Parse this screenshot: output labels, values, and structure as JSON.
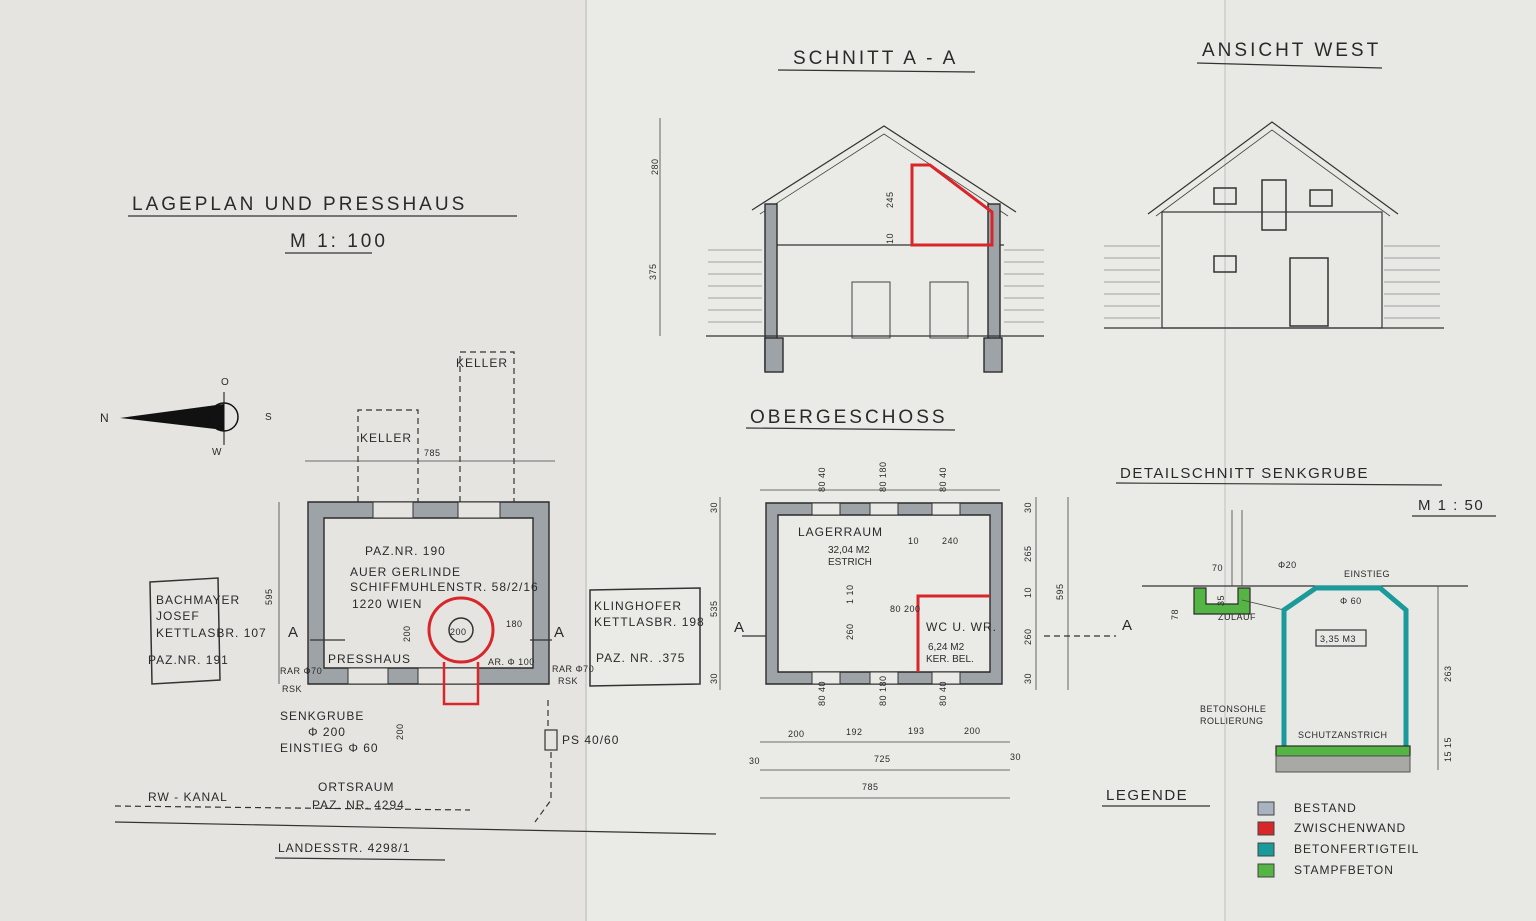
{
  "site_plan": {
    "title": "LAGEPLAN UND PRESSHAUS",
    "scale": "M 1: 100",
    "keller_left": "KELLER",
    "keller_right": "KELLER",
    "dim_top": "785",
    "dim_side": "595",
    "dim_pit": "200",
    "dim_180": "180",
    "dim_200": "200",
    "parcel_lines": [
      "PAZ.NR. 190",
      "AUER GERLINDE",
      "SCHIFFMUHLENSTR. 58/2/16",
      "1220 WIEN"
    ],
    "room_label": "PRESSHAUS",
    "pit_label": "200",
    "ar_label": "AR. Φ 100",
    "rar_left": "RAR Φ70",
    "rsk_left": "RSK",
    "rar_right": "RAR Φ70",
    "rsk_right": "RSK",
    "west_neighbor": [
      "BACHMAYER",
      "JOSEF",
      "KETTLASBR. 107",
      "PAZ.NR. 191"
    ],
    "east_neighbor": [
      "KLINGHOFER",
      "KETTLASBR. 198",
      "PAZ. NR. .375"
    ],
    "section_mark": "A",
    "senkgrube": [
      "SENKGRUBE",
      "Φ 200",
      "EINSTIEG Φ 60"
    ],
    "ps_label": "PS 40/60",
    "rw_kanal": "RW - KANAL",
    "ortsraum": [
      "ORTSRAUM",
      "PAZ. NR. 4294"
    ],
    "landesstr": "LANDESSTR. 4298/1"
  },
  "compass": {
    "n": "N",
    "s": "S",
    "o": "O",
    "w": "W"
  },
  "section": {
    "title": "SCHNITT A - A",
    "dims": [
      "280",
      "375",
      "245",
      "10"
    ]
  },
  "elevation": {
    "title": "ANSICHT WEST"
  },
  "floor_plan": {
    "title": "OBERGESCHOSS",
    "room1": [
      "LAGERRAUM",
      "32,04 M2",
      "ESTRICH"
    ],
    "room2": [
      "WC U. WR.",
      "6,24 M2",
      "KER. BEL."
    ],
    "top_dims": [
      "80 40",
      "80 180",
      "80 40"
    ],
    "bottom_dims": [
      "80 40",
      "80 180",
      "80 40"
    ],
    "inner_dims": [
      "10",
      "240",
      "80 200",
      "1 10",
      "260"
    ],
    "left_dims": [
      "30",
      "535",
      "30"
    ],
    "right_dims": [
      "30",
      "265",
      "10",
      "260",
      "30",
      "595"
    ],
    "bottom_row1": [
      "200",
      "192",
      "193",
      "200"
    ],
    "bottom_row2": [
      "30",
      "725",
      "30"
    ],
    "bottom_row3": "785",
    "section_mark": "A"
  },
  "detail": {
    "title": "DETAILSCHNITT SENKGRUBE",
    "scale": "M 1 : 50",
    "dims": [
      "70",
      "Φ20",
      "78",
      "35",
      "263",
      "15 15"
    ],
    "einstieg": "EINSTIEG",
    "phi60": "Φ 60",
    "zulauf": "ZULAUF",
    "volume": "3,35 M3",
    "sohle": [
      "BETONSOHLE",
      "ROLLIERUNG"
    ],
    "schutz": "SCHUTZANSTRICH"
  },
  "legend": {
    "title": "LEGENDE",
    "items": [
      {
        "label": "BESTAND",
        "color": "#a9b2c0"
      },
      {
        "label": "ZWISCHENWAND",
        "color": "#d8262b"
      },
      {
        "label": "BETONFERTIGTEIL",
        "color": "#1a9a9a"
      },
      {
        "label": "STAMPFBETON",
        "color": "#55b544"
      }
    ]
  }
}
